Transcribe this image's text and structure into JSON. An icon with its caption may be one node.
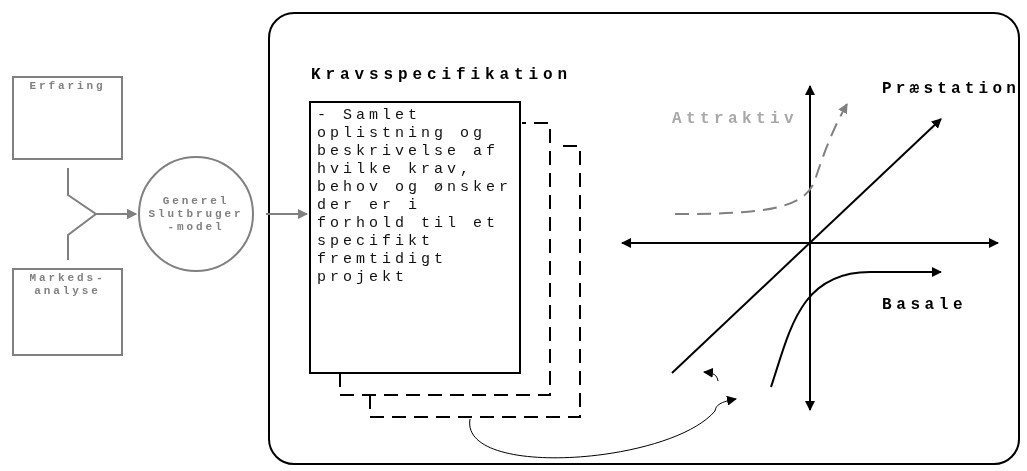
{
  "diagram": {
    "nodes": [
      {
        "text": [
          "Erfaring"
        ]
      },
      {
        "text": [
          "Markeds- analyse"
        ]
      },
      {
        "text": [
          "Generel Slutbruger -model"
        ]
      },
      {
        "text": [
          "Kravsspecifikation"
        ]
      },
      {
        "text": [
          "- Samlet oplistning og beskrivelse af hvilke krav, behov og ønsker der er i forhold til et specifikt fremtidigt projekt"
        ],
        "in": 3
      }
    ],
    "edges": [
      {
        "from": 0,
        "to": 2,
        "arrow": "to"
      },
      {
        "from": 1,
        "to": 2,
        "arrow": "to"
      },
      {
        "from": 2,
        "to": 4,
        "arrow": "to"
      },
      {
        "from": 4,
        "to": null,
        "arrow": "to",
        "color": "#000000"
      }
    ],
    "labels": [
      "Præstation",
      "Attraktiv",
      "Basale"
    ]
  }
}
